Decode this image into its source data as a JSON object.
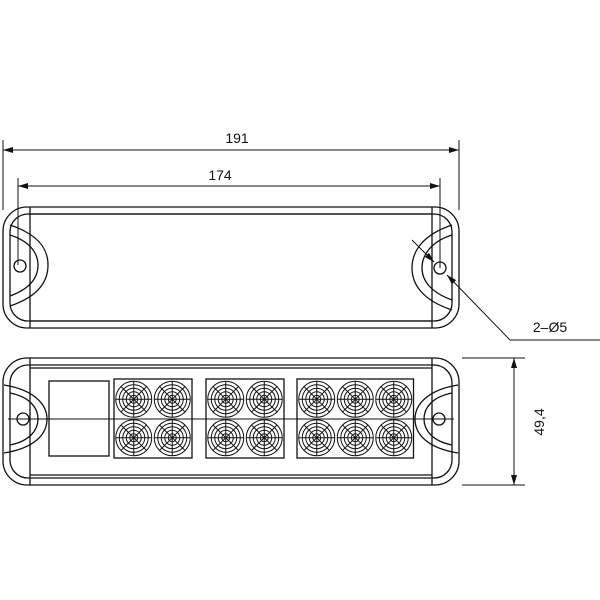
{
  "dimensions": {
    "overall_length": "191",
    "hole_spacing": "174",
    "hole_callout": "2–Ø5",
    "height": "49,4"
  },
  "led_groups": [
    {
      "columns": 2,
      "rows": 2
    },
    {
      "columns": 2,
      "rows": 2
    },
    {
      "columns": 3,
      "rows": 2
    }
  ],
  "colors": {
    "line": "#111111",
    "background": "#ffffff"
  }
}
